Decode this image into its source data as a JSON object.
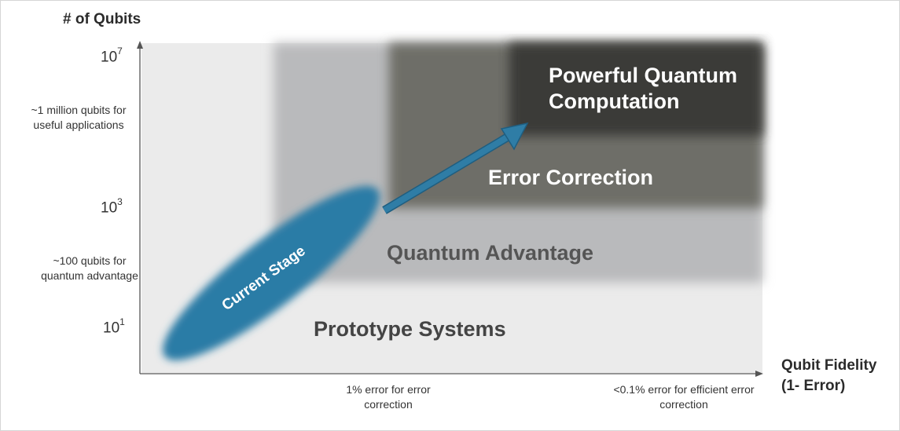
{
  "y_axis": {
    "title": "# of Qubits",
    "ticks": [
      {
        "base": "10",
        "exp": "7"
      },
      {
        "base": "10",
        "exp": "3"
      },
      {
        "base": "10",
        "exp": "1"
      }
    ],
    "annotations": [
      "~1 million qubits for useful applications",
      "~100 qubits for quantum advantage"
    ]
  },
  "x_axis": {
    "title_line1": "Qubit Fidelity",
    "title_line2": "(1- Error)",
    "annotations": [
      "1% error for error correction",
      "<0.1% error for efficient error correction"
    ]
  },
  "regions": {
    "prototype": "Prototype Systems",
    "advantage": "Quantum Advantage",
    "error_correction": "Error Correction",
    "powerful_line1": "Powerful Quantum",
    "powerful_line2": "Computation"
  },
  "current_stage": "Current Stage",
  "colors": {
    "prototype_region": "#ebebeb",
    "advantage_region": "#b9babc",
    "error_correction_region": "#6e6e68",
    "powerful_region": "#3a3a38",
    "current_stage": "#2a7ba6",
    "arrow": "#2f7da6",
    "axis": "#555555"
  }
}
